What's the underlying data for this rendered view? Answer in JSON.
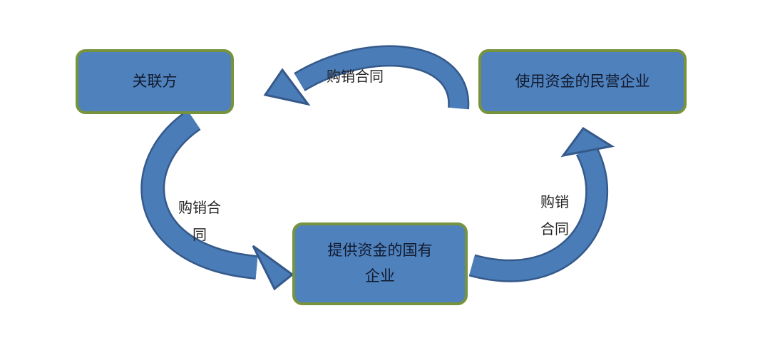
{
  "nodes": {
    "related_party": "关联方",
    "private_enterprise": "使用资金的民营企业",
    "state_enterprise_line1": "提供资金的国有",
    "state_enterprise_line2": "企业"
  },
  "edges": {
    "top": "购销合同",
    "left_line1": "购销合",
    "left_line2": "同",
    "right_line1": "购销",
    "right_line2": "合同"
  },
  "colors": {
    "box_fill": "#4f81bd",
    "box_border": "#77933c",
    "arrow_fill": "#4a7cb8",
    "arrow_border": "#35598a"
  }
}
